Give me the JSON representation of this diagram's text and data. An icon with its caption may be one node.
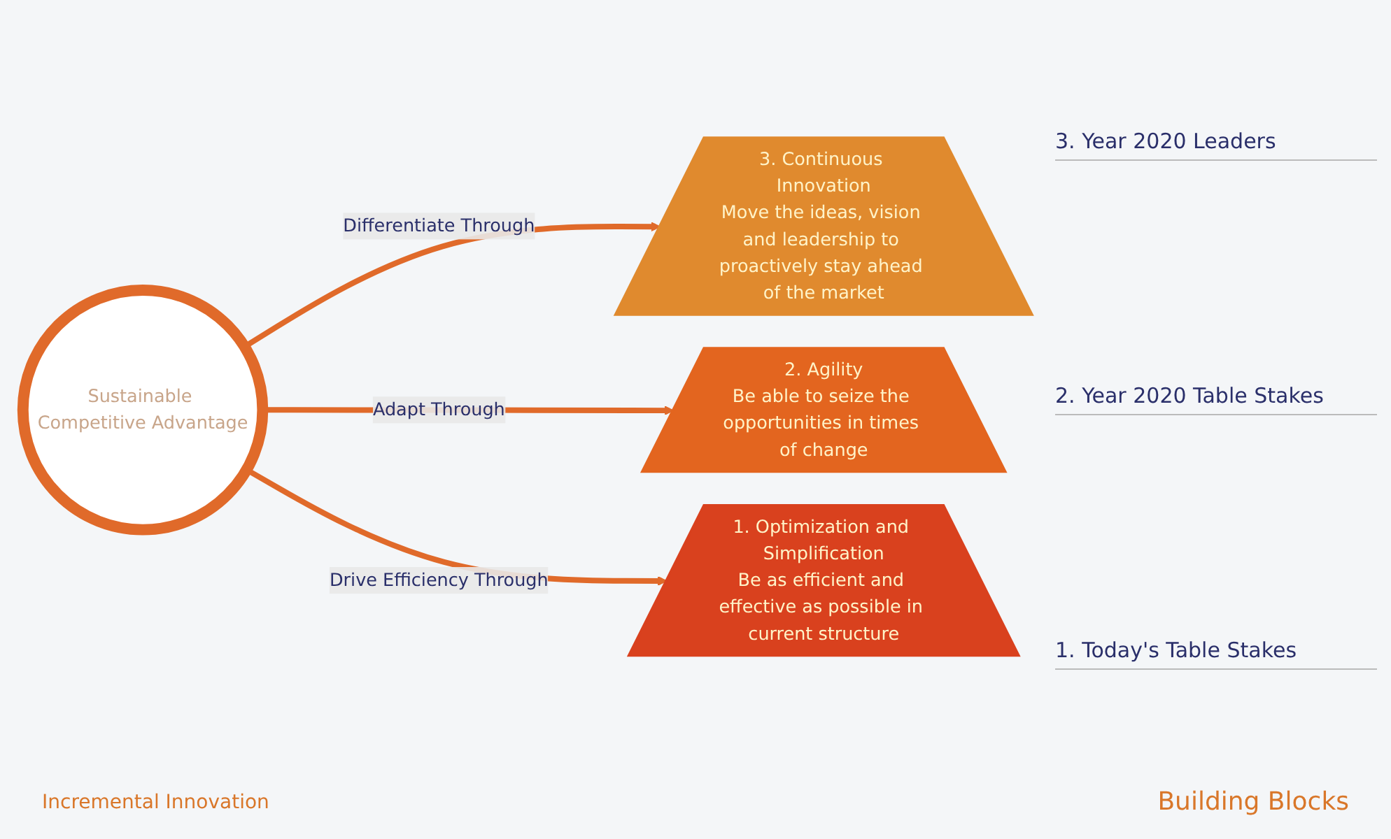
{
  "diagram": {
    "caption": "Building Blocks",
    "nodes": [
      {
        "text": [
          "Sustainable Competitive Advantage"
        ]
      },
      {
        "text": [
          "3. Continuous Innovation",
          "Move the ideas, vision and leadership to proactively stay ahead of the market"
        ],
        "beside": [
          "3. Year 2020 Leaders"
        ]
      },
      {
        "text": [
          "2. Agility",
          "Be able to seize the opportunities in times of change"
        ],
        "beside": [
          "2. Year 2020 Table Stakes"
        ]
      },
      {
        "text": [
          "1. Optimization and Simplification",
          "Be as efficient and effective as possible in current structure"
        ],
        "beside": [
          "1. Today's Table Stakes"
        ]
      }
    ],
    "edges": [
      {
        "from": 0,
        "to": 1,
        "arrow": "to",
        "label": "Differentiate Through"
      },
      {
        "from": 0,
        "to": 2,
        "arrow": "to",
        "label": "Adapt Through"
      },
      {
        "from": 0,
        "to": 3,
        "arrow": "to",
        "label": "Drive Efficiency Through"
      }
    ],
    "labels": [
      "Incremental Innovation"
    ]
  }
}
